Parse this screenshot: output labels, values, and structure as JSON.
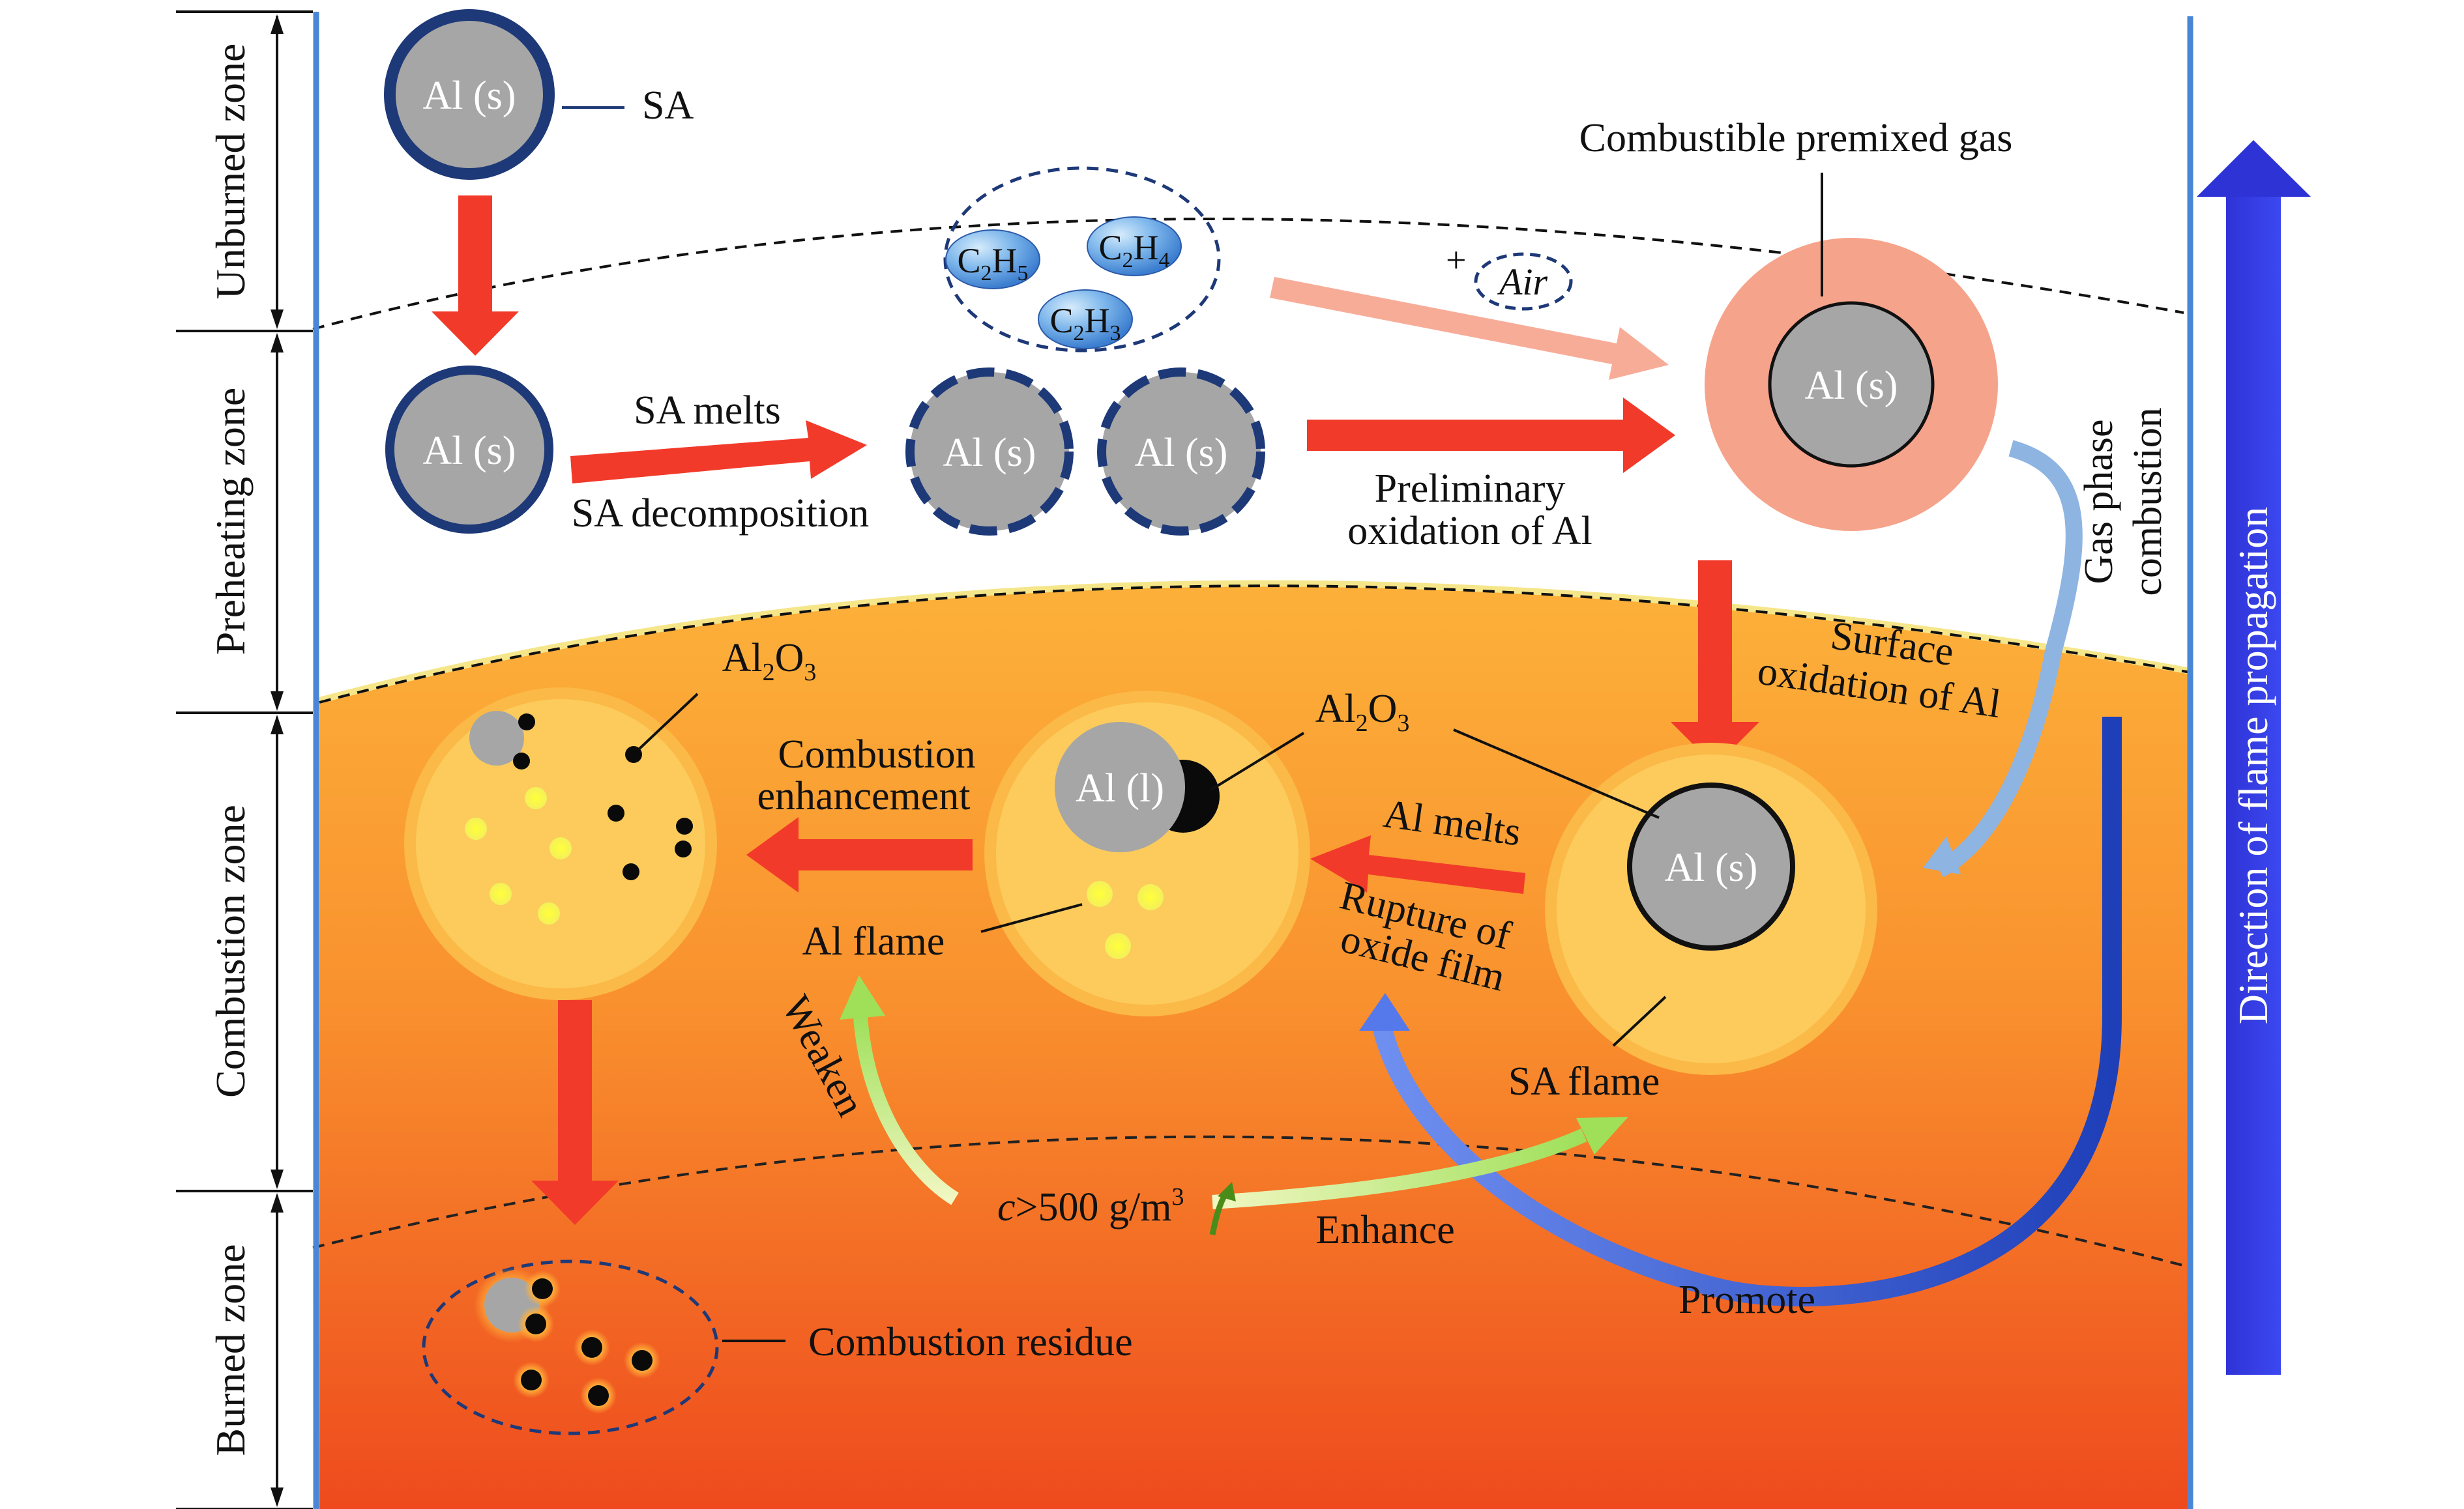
{
  "zones": {
    "unburned": "Unburned zone",
    "preheating": "Preheating zone",
    "combustion": "Combustion zone",
    "burned": "Burned zone"
  },
  "labels": {
    "sa": "SA",
    "al_s": "Al (s)",
    "al_l": "Al (l)",
    "sa_melts": "SA melts",
    "sa_decomposition": "SA decomposition",
    "preliminary_1": "Preliminary",
    "preliminary_2": "oxidation of Al",
    "combustible_gas": "Combustible premixed gas",
    "plus": "+",
    "air": "Air",
    "gas_phase_1": "Gas phase",
    "gas_phase_2": "combustion",
    "direction": "Direction of flame propagation",
    "surface_1": "Surface",
    "surface_2": "oxidation of Al",
    "al_melts": "Al melts",
    "rupture_1": "Rupture of",
    "rupture_2": "oxide film",
    "al2o3": "Al2O3",
    "combustion_enh_1": "Combustion",
    "combustion_enh_2": "enhancement",
    "al_flame": "Al flame",
    "sa_flame": "SA flame",
    "weaken": "Weaken",
    "concentration_c": "c",
    "concentration_val": ">500 g/m",
    "concentration_exp": "3",
    "enhance": "Enhance",
    "promote": "Promote",
    "combustion_residue": "Combustion residue"
  },
  "molecules": [
    {
      "el1": "C",
      "sub1": "2",
      "el2": "H",
      "sub2": "5"
    },
    {
      "el1": "C",
      "sub1": "2",
      "el2": "H",
      "sub2": "4"
    },
    {
      "el1": "C",
      "sub1": "2",
      "el2": "H",
      "sub2": "3"
    }
  ],
  "colors": {
    "process_arrow": "#f23a2a",
    "blue_arrow": "#2f5ad8",
    "flame_outer": "#f7a646",
    "flame_inner": "#fccb5c",
    "combustion_top": "#fcaa37",
    "burned_bottom": "#ef4a1d",
    "particle_gray": "#a6a6a6",
    "particle_edge": "#1e3978",
    "premixed_gas": "#f6a38b",
    "green_arrow": "#a4e060"
  }
}
